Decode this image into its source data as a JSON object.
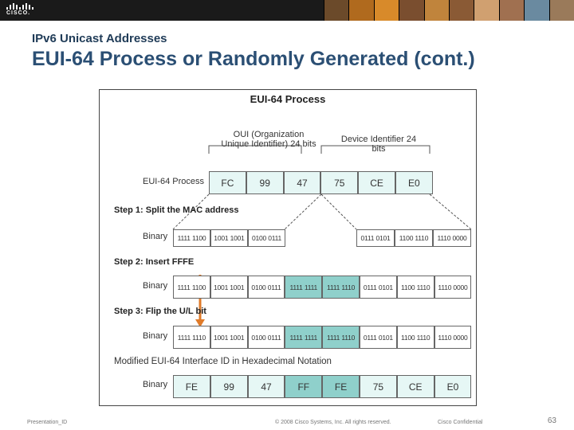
{
  "header": {
    "logo_text": "CISCO.",
    "photo_colors": [
      "#6b4a2a",
      "#b06a1e",
      "#d88a2a",
      "#7a4e2f",
      "#c0843c",
      "#8a5a35",
      "#d0a070",
      "#a07050",
      "#6a8aa0",
      "#9a7a5a"
    ]
  },
  "slide": {
    "subtitle": "IPv6 Unicast Addresses",
    "title": "EUI-64 Process or Randomly Generated (cont.)"
  },
  "diagram": {
    "title": "EUI-64 Process",
    "oui_label": "OUI (Organization Unique Identifier) 24 bits",
    "device_label": "Device Identifier 24 bits",
    "row_label_eui": "EUI-64 Process",
    "eui_cells": [
      "FC",
      "99",
      "47",
      "75",
      "CE",
      "E0"
    ],
    "step1": "Step 1: Split the MAC address",
    "step2": "Step 2: Insert FFFE",
    "step3": "Step 3: Flip the U/L bit",
    "binary_label": "Binary",
    "step1_cells": [
      "1111 1100",
      "1001 1001",
      "0100 0111",
      "0111 0101",
      "1100 1110",
      "1110 0000"
    ],
    "step2_cells": [
      "1111 1100",
      "1001 1001",
      "0100 0111",
      "1111 1111",
      "1111 1110",
      "0111 0101",
      "1100 1110",
      "1110 0000"
    ],
    "step3_cells": [
      "1111 1110",
      "1001 1001",
      "0100 0111",
      "1111 1111",
      "1111 1110",
      "0111 0101",
      "1100 1110",
      "1110 0000"
    ],
    "modified_label": "Modified EUI-64 Interface ID in Hexadecimal Notation",
    "final_cells": [
      "FE",
      "99",
      "47",
      "FF",
      "FE",
      "75",
      "CE",
      "E0"
    ]
  },
  "footer": {
    "left": "Presentation_ID",
    "center": "© 2008 Cisco Systems, Inc. All rights reserved.",
    "right": "Cisco Confidential",
    "page": "63"
  }
}
